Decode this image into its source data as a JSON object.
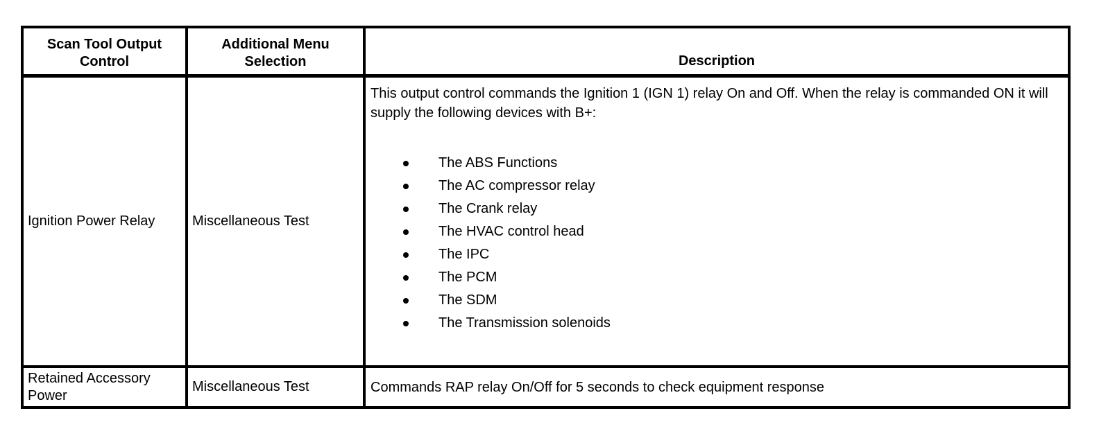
{
  "table": {
    "headers": [
      {
        "label": "Scan Tool Output Control"
      },
      {
        "label": "Additional Menu Selection"
      },
      {
        "label": "Description"
      }
    ],
    "rows": [
      {
        "control": "Ignition Power Relay",
        "menu": "Miscellaneous Test",
        "description_paragraph": "This output control commands the Ignition 1 (IGN 1) relay On and Off. When the relay is commanded ON it will supply the following devices with B+:",
        "description_bullets": [
          "The ABS Functions",
          "The AC compressor relay",
          "The Crank relay",
          "The HVAC control head",
          "The IPC",
          "The PCM",
          "The SDM",
          "The Transmission solenoids"
        ]
      },
      {
        "control": "Retained Accessory Power",
        "menu": "Miscellaneous Test",
        "description_text": "Commands RAP relay On/Off for 5 seconds to check equipment response"
      }
    ]
  },
  "colors": {
    "border": "#000000",
    "text": "#000000",
    "background": "#ffffff"
  }
}
